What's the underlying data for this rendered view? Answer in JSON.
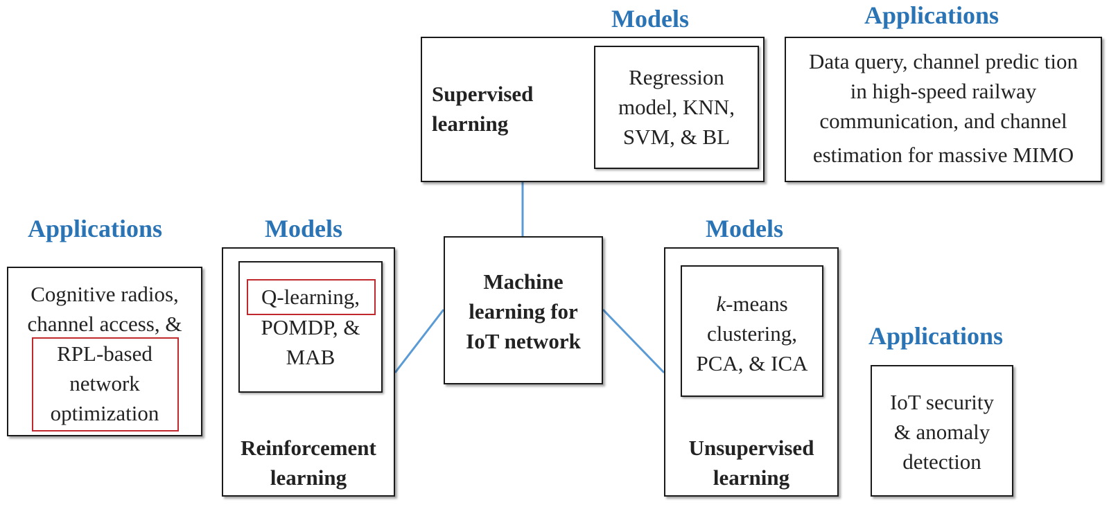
{
  "headings": {
    "top_models": "Models",
    "top_applications": "Applications",
    "left_applications": "Applications",
    "left_models": "Models",
    "right_models": "Models",
    "right_applications": "Applications"
  },
  "center": {
    "line1": "Machine",
    "line2": "learning for",
    "line3": "IoT network"
  },
  "supervised": {
    "title_line1": "Supervised",
    "title_line2": "learning",
    "models_line1": "Regression",
    "models_line2": "model, KNN,",
    "models_line3": "SVM, & BL",
    "apps_line1": "Data query, channel predic tion",
    "apps_line2": "in high-speed railway",
    "apps_line3": "communication, and channel",
    "apps_line4": "estimation for massive MIMO"
  },
  "reinforcement": {
    "title_line1": "Reinforcement",
    "title_line2": "learning",
    "models_line1": "Q-learning,",
    "models_line2": "POMDP, &",
    "models_line3": "MAB",
    "apps_line1": "Cognitive radios,",
    "apps_line2": "channel access, &",
    "apps_line3": "RPL-based",
    "apps_line4": "network",
    "apps_line5": "optimization"
  },
  "unsupervised": {
    "title_line1": "Unsupervised",
    "title_line2": "learning",
    "models_k": "k",
    "models_line1_rest": "-means",
    "models_line2": "clustering,",
    "models_line3": "PCA, & ICA",
    "apps_line1": "IoT security",
    "apps_line2": "& anomaly",
    "apps_line3": "detection"
  },
  "colors": {
    "heading": "#2a74b5",
    "connector": "#5b9bd5",
    "highlight": "#c0282d"
  }
}
